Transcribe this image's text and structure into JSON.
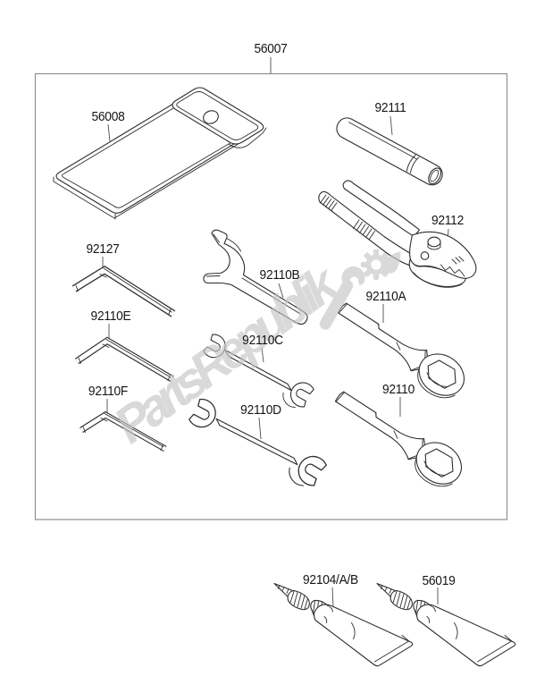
{
  "diagram": {
    "type": "parts-fiche",
    "parts": {
      "kit_box": "56007",
      "tool_bag": "56008",
      "tube_spanner": "92111",
      "pliers": "92112",
      "hex_wrench_large": "92127",
      "hook_spanner": "92110B",
      "ring_wrench_a": "92110A",
      "hex_wrench_e": "92110E",
      "open_end_wrench_c": "92110C",
      "hex_wrench_f": "92110F",
      "open_end_wrench_d": "92110D",
      "ring_wrench": "92110",
      "sealant_tube": "92104/A/B",
      "gasket_cement_tube": "56019"
    },
    "watermark": {
      "text": "PartsRepublik",
      "color": "#c6c6c6"
    },
    "colors": {
      "line": "#2e2e2e",
      "border": "#8f8f8f",
      "label": "#161616"
    }
  }
}
